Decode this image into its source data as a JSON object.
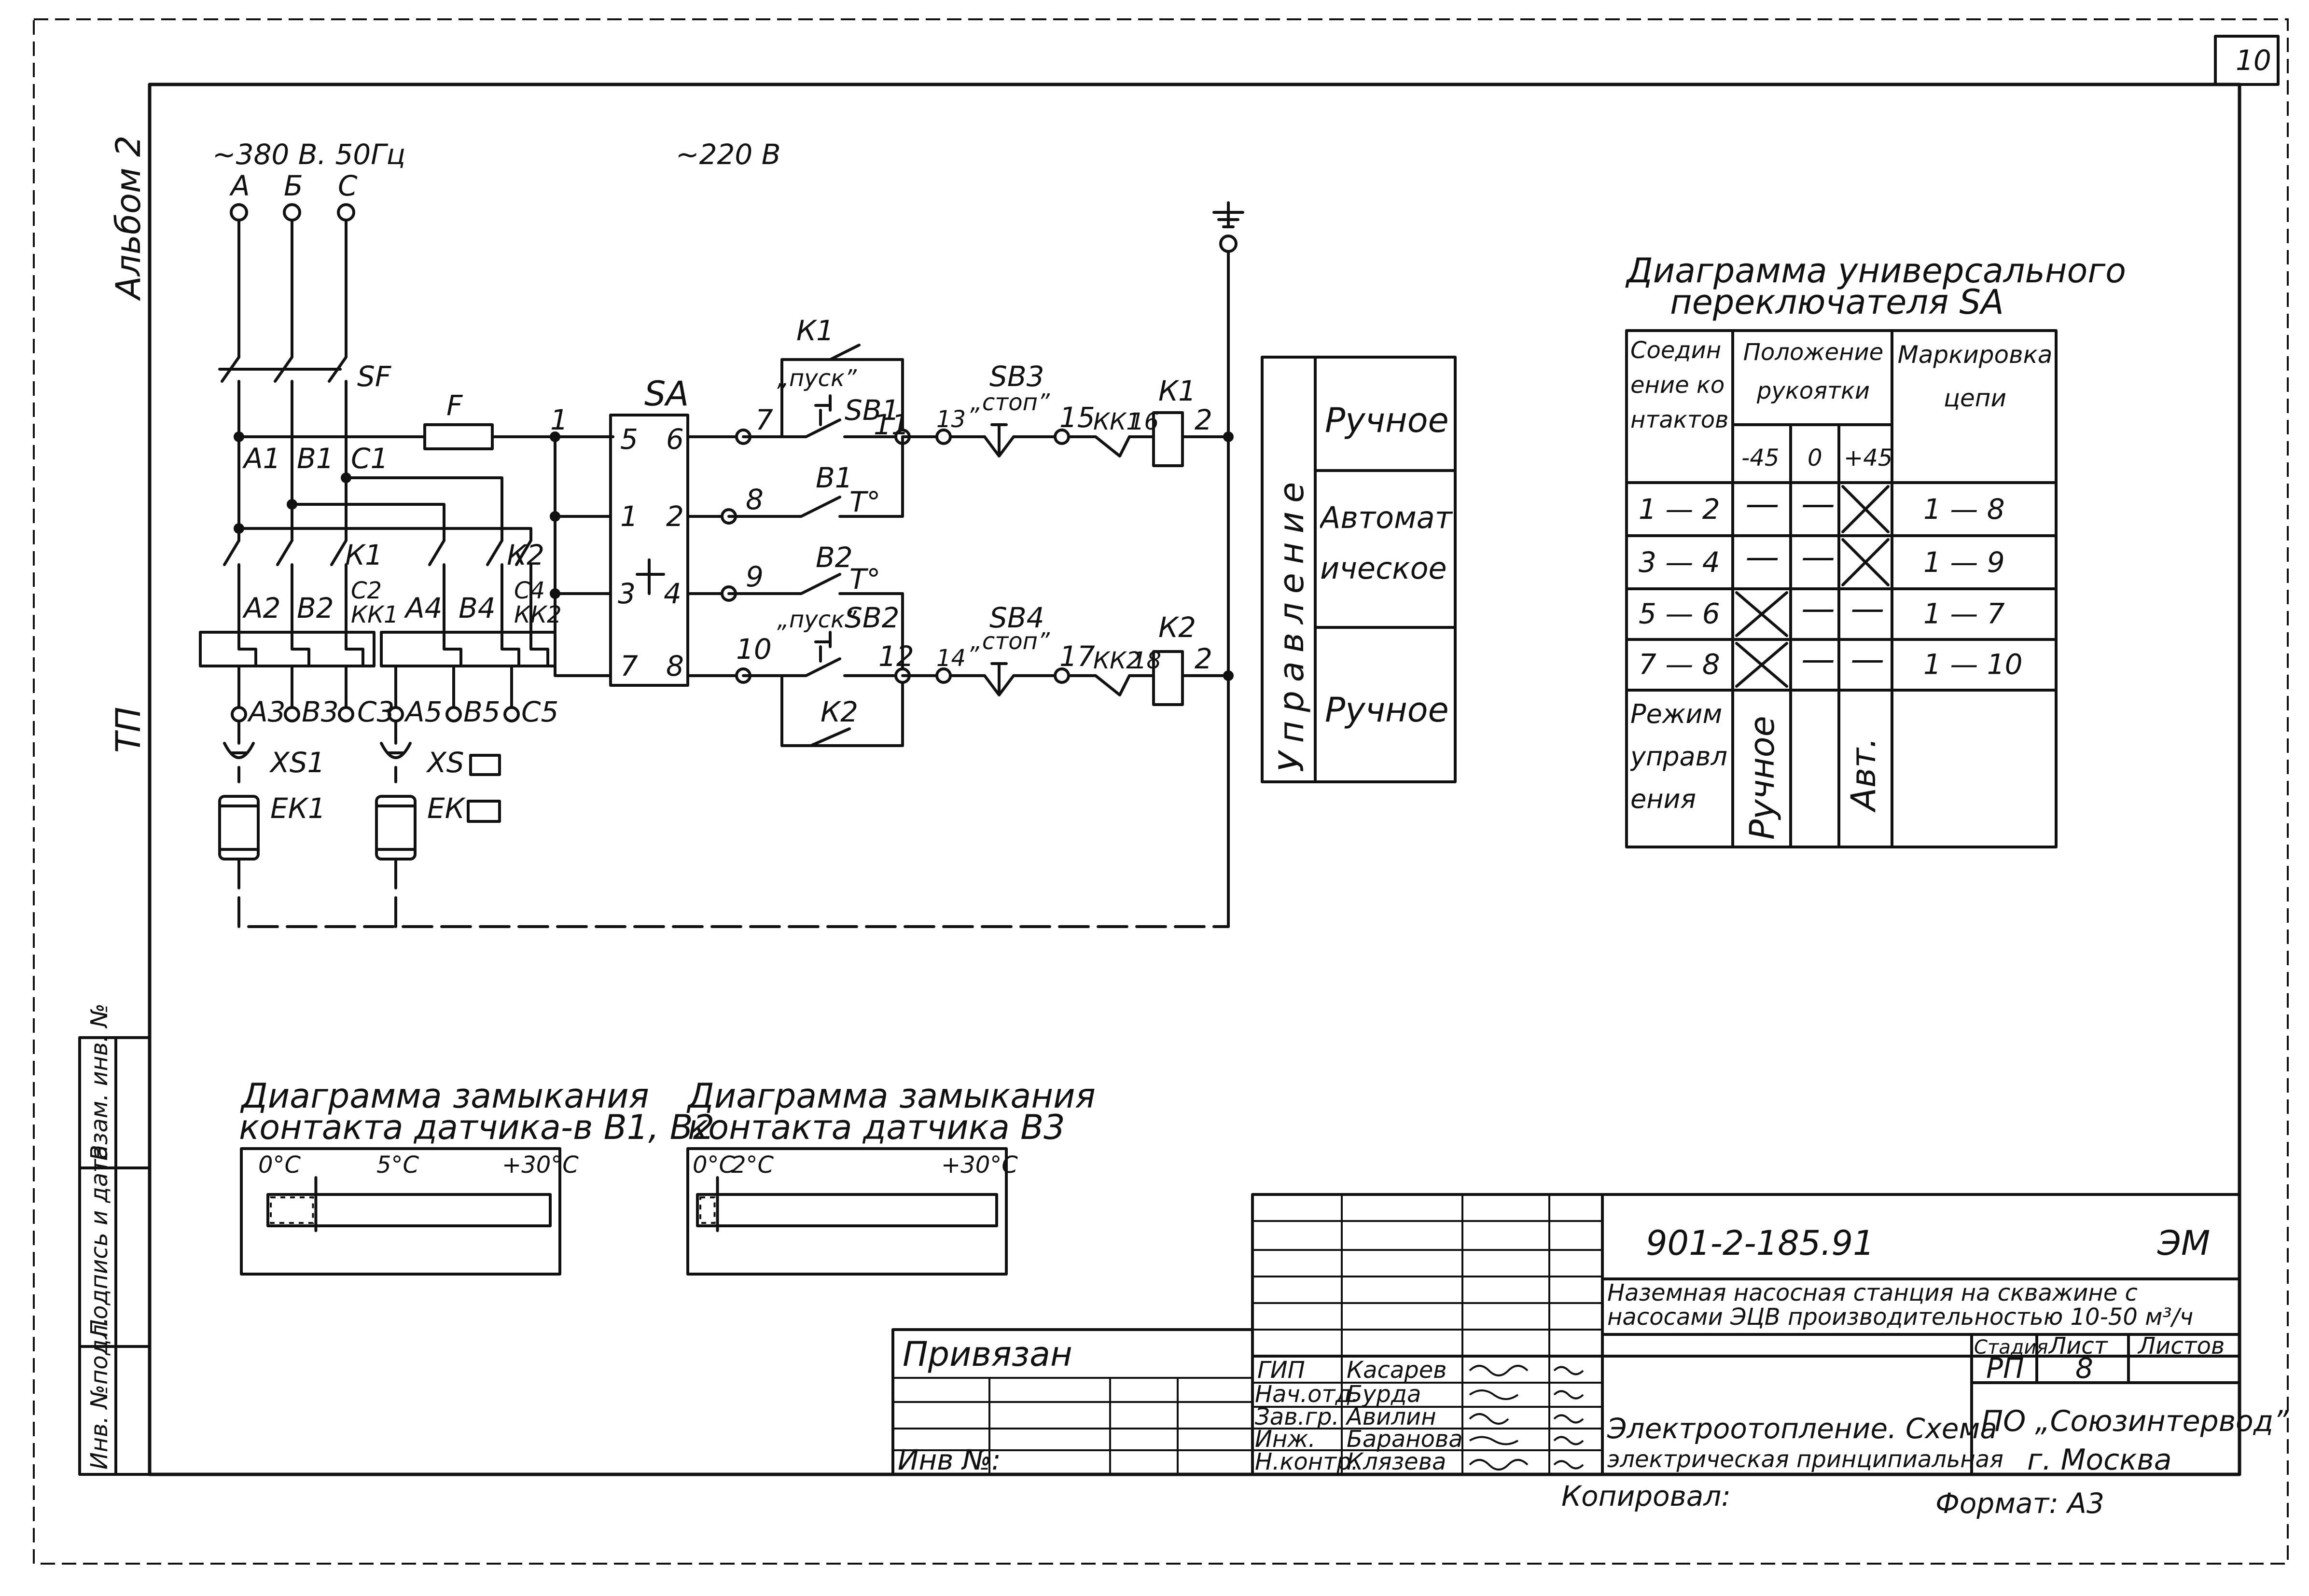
{
  "sheet": {
    "page_number": "10",
    "left_strip_album": "Альбом 2",
    "left_strip_section": "ТП",
    "stamp_labels": [
      "Инв. №подл.",
      "Подпись и дата",
      "Взам. инв. №"
    ]
  },
  "supply": {
    "three_phase": "~380 В. 50Гц",
    "phases": [
      "А",
      "Б",
      "С"
    ],
    "control_voltage": "~220 В",
    "breaker": "SF",
    "fuse": "F",
    "breaker_outputs": [
      "А1",
      "В1",
      "С1"
    ]
  },
  "contactor_contacts": {
    "k1_block": [
      "А2",
      "В2",
      "С2",
      "КК1"
    ],
    "k2_block": [
      "А4",
      "В4",
      "С4",
      "КК2"
    ],
    "k1_label": "К1",
    "k2_label": "К2"
  },
  "loads": {
    "outputs_1": [
      "А3",
      "В3",
      "С3"
    ],
    "outputs_2": [
      "А5",
      "В5",
      "С5"
    ],
    "sockets": [
      "XS1",
      "XS"
    ],
    "heaters": [
      "ЕК1",
      "ЕК"
    ]
  },
  "switch_sa": {
    "name": "SA",
    "terminals": [
      "5",
      "6",
      "1",
      "2",
      "3",
      "4",
      "7",
      "8"
    ]
  },
  "control_circuit": {
    "wire_numbers": [
      "1",
      "7",
      "8",
      "9",
      "10",
      "11",
      "12",
      "13",
      "14",
      "15",
      "17",
      "16",
      "18",
      "2",
      "2"
    ],
    "k1_coil": "К1",
    "k2_coil": "К2",
    "k1_holding": "К1",
    "k2_holding": "К2",
    "start_label": "„пуск”",
    "stop_label": "„стоп”",
    "sb1": "SB1",
    "sb2": "SB2",
    "sb3": "SB3",
    "sb4": "SB4",
    "sensor_b1": "В1",
    "sensor_b2": "В2",
    "temp_mark": "Т°",
    "thermal_1": "КК1",
    "thermal_2": "КК2"
  },
  "control_panel": {
    "title": "Управление",
    "modes": [
      "Ручное",
      "Автоматическое",
      "Ручное"
    ]
  },
  "sa_diagram": {
    "title_line1": "Диаграмма универсального",
    "title_line2": "переключателя SA",
    "headers": {
      "connection": "Соединение контактов",
      "position": "Положение рукоятки",
      "marking": "Маркировка цепи"
    },
    "positions": [
      "-45",
      "0",
      "+45"
    ],
    "rows": [
      {
        "contacts": "1 — 2",
        "state": [
          "—",
          "—",
          "X"
        ],
        "marking": "1 — 8"
      },
      {
        "contacts": "3 — 4",
        "state": [
          "—",
          "—",
          "X"
        ],
        "marking": "1 — 9"
      },
      {
        "contacts": "5 — 6",
        "state": [
          "X",
          "—",
          "—"
        ],
        "marking": "1 — 7"
      },
      {
        "contacts": "7 — 8",
        "state": [
          "X",
          "—",
          "—"
        ],
        "marking": "1 — 10"
      }
    ],
    "mode_row_label": "Режим управления",
    "mode_manual": "Ручное",
    "mode_auto": "Авт."
  },
  "closure_diagrams": [
    {
      "title_line1": "Диаграмма замыкания",
      "title_line2": "контакта датчика-в В1, В2",
      "ticks": [
        "0°С",
        "5°С",
        "+30°С"
      ],
      "contact_fraction": 0.17
    },
    {
      "title_line1": "Диаграмма замыкания",
      "title_line2": "контакта датчика В3",
      "ticks": [
        "0°С",
        "2°С",
        "+30°С"
      ],
      "contact_fraction": 0.067
    }
  ],
  "title_block": {
    "doc_code": "901-2-185.91",
    "doc_mark": "ЭМ",
    "project_line1": "Наземная насосная станция на скважине с",
    "project_line2": "насосами ЭЦВ производительностью 10-50 м³/ч",
    "stage_header": "Стадия",
    "sheet_header": "Лист",
    "sheets_header": "Листов",
    "stage": "РП",
    "sheet": "8",
    "sheet_title_line1": "Электроотопление. Схема",
    "sheet_title_line2": "электрическая принципиальная",
    "organization_line1": "ПО „Союзинтервод”",
    "organization_line2": "г. Москва",
    "roles": [
      "ГИП",
      "Нач.отд.",
      "Зав.гр.",
      "Инж.",
      "Н.контр."
    ],
    "names": [
      "Касарев",
      "Бурда",
      "Авилин",
      "Баранова",
      "Клязева"
    ],
    "attached": "Привязан",
    "inv": "Инв №:",
    "copied": "Копировал:",
    "format": "Формат: А3"
  }
}
